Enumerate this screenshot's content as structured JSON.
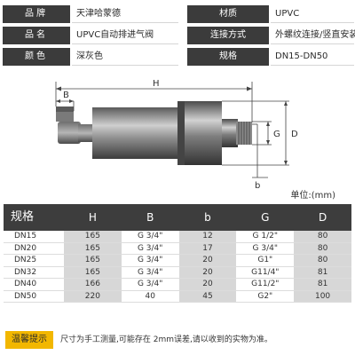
{
  "spec": [
    {
      "label_a": "品牌",
      "value_a": "天津哈蒙德",
      "label_b": "材质",
      "value_b": "UPVC"
    },
    {
      "label_a": "品名",
      "value_a": "UPVC自动排进气阀",
      "label_b": "连接方式",
      "value_b": "外螺纹连接/竖直安装"
    },
    {
      "label_a": "颜色",
      "value_a": "深灰色",
      "label_b": "规格",
      "value_b": "DN15-DN50"
    }
  ],
  "drawing": {
    "dim_h": "H",
    "dim_b": "B",
    "dim_b_small": "b",
    "dim_g": "G",
    "dim_d": "D"
  },
  "unit": "单位:(mm)",
  "table": {
    "headers": [
      "规格",
      "H",
      "B",
      "b",
      "G",
      "D"
    ],
    "rows": [
      [
        "DN15",
        "165",
        "G 3/4\"",
        "12",
        "G 1/2\"",
        "80"
      ],
      [
        "DN20",
        "165",
        "G 3/4\"",
        "17",
        "G 3/4\"",
        "80"
      ],
      [
        "DN25",
        "165",
        "G 3/4\"",
        "20",
        "G1\"",
        "80"
      ],
      [
        "DN32",
        "165",
        "G 3/4\"",
        "20",
        "G11/4\"",
        "81"
      ],
      [
        "DN40",
        "166",
        "G 3/4\"",
        "20",
        "G11/2\"",
        "81"
      ],
      [
        "DN50",
        "220",
        "40",
        "45",
        "G2\"",
        "100"
      ]
    ]
  },
  "tip": {
    "label": "温馨提示",
    "text": "尺寸为手工测量,可能存在  2mm误差,请以收到的实物为准。"
  }
}
